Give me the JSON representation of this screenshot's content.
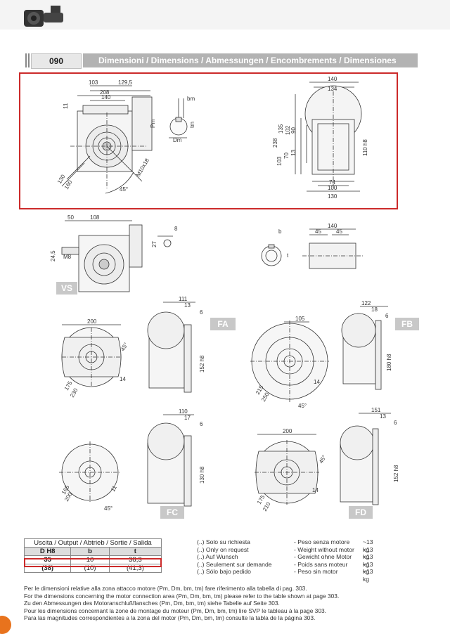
{
  "header": {
    "code": "090",
    "title": "Dimensioni / Dimensions / Abmessungen / Encombrements / Dimensiones"
  },
  "main_dims": {
    "d103": "103",
    "d129_5": "129,5",
    "d208": "208",
    "d140": "140",
    "d11": "11",
    "pm": "Pm",
    "bm": "bm",
    "tm": "tm",
    "dm": "Dm",
    "m10": "M10x18",
    "d130": "130",
    "d160": "160",
    "a45": "45°"
  },
  "side_dims": {
    "d140": "140",
    "d134": "134",
    "d238": "238",
    "d135": "135",
    "d102": "102",
    "d90": "90",
    "d13": "13",
    "d70": "70",
    "d103": "103",
    "d110": "110 h8",
    "d74": "74",
    "d100": "100",
    "d130": "130"
  },
  "vs": {
    "label": "VS",
    "d50": "50",
    "d108": "108",
    "d24_5": "24,5",
    "m8": "M8",
    "d27": "27",
    "d8": "8"
  },
  "shaft": {
    "b": "b",
    "t": "t",
    "d140": "140",
    "d45a": "45",
    "d45b": "45"
  },
  "fa": {
    "label": "FA",
    "d200": "200",
    "a45": "45°",
    "d175": "175",
    "d230": "230",
    "d14": "14",
    "d111": "111",
    "d13": "13",
    "d6": "6",
    "d152": "152 h8"
  },
  "fb": {
    "label": "FB",
    "d105": "105",
    "a45": "45°",
    "d215": "215",
    "d250": "250",
    "d14": "14",
    "d122": "122",
    "d18": "18",
    "d6": "6",
    "d180": "180 h8"
  },
  "fc": {
    "label": "FC",
    "a45": "45°",
    "d165": "165",
    "d200": "200",
    "d11": "11",
    "d110": "110",
    "d17": "17",
    "d6": "6",
    "d130": "130 h8"
  },
  "fd": {
    "label": "FD",
    "d200": "200",
    "a45": "45°",
    "d175": "175",
    "d210": "210",
    "d14": "14",
    "d151": "151",
    "d13": "13",
    "d6": "6",
    "d152": "152 h8"
  },
  "output_table": {
    "caption": "Uscita / Output / Abtrieb / Sortie / Salida",
    "headers": [
      "D H8",
      "b",
      "t"
    ],
    "rows": [
      [
        "35",
        "10",
        "38,3"
      ],
      [
        "(38)",
        "(10)",
        "(41,3)"
      ]
    ]
  },
  "notes": [
    "(..) Solo su richiesta",
    "(..) Only on request",
    "(..) Auf Wunsch",
    "(..) Seulement sur demande",
    "(..) Sólo bajo pedido"
  ],
  "weights": [
    {
      "label": "- Peso senza motore",
      "value": "~13 kg"
    },
    {
      "label": "- Weight without motor",
      "value": "~13 kg"
    },
    {
      "label": "- Gewicht ohne Motor",
      "value": "~13 kg"
    },
    {
      "label": "- Poids sans moteur",
      "value": "~13 kg"
    },
    {
      "label": "- Peso sin motor",
      "value": "~13 kg"
    }
  ],
  "footer": [
    "Per le dimensioni relative alla zona attacco motore (Pm, Dm, bm, tm) fare riferimento alla tabella di pag. 303.",
    "For the dimensions concerning the motor connection area (Pm, Dm, bm, tm) please refer to the table shown at page 303.",
    "Zu den Abmessungen des Motoranschlußflansches  (Pm, Dm, bm, tm) siehe Tabelle auf Seite 303.",
    "Pour les dimensions concernant la zone de montage du  moteur (Pm, Dm, bm, tm) lire SVP le tableau à la page 303.",
    "Para las magnitudes correspondientes a la zona del motor (Pm, Dm, bm, tm) consulte la tabla de la página 303."
  ]
}
